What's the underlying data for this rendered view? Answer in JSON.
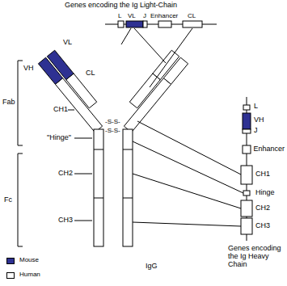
{
  "diagram": {
    "title": "Genes encoding the Ig Light-Chain",
    "labels": [
      "L",
      "VL",
      "J",
      "Enhancer",
      "CL",
      "VL",
      "VH",
      "CL",
      "CH1",
      "\"Hinge\"",
      "-S-S-",
      "-S-S-",
      "CH2",
      "CH3",
      "Fab",
      "Fc",
      "L",
      "VH",
      "J",
      "Enhancer",
      "CH1",
      "Hinge",
      "CH2",
      "CH3",
      "Genes encoding the Ig Heavy Chain",
      "IgG"
    ],
    "legend": [
      {
        "text": "Mouse",
        "color": "#2e3192"
      },
      {
        "text": "Human",
        "color": "#ffffff"
      }
    ]
  }
}
